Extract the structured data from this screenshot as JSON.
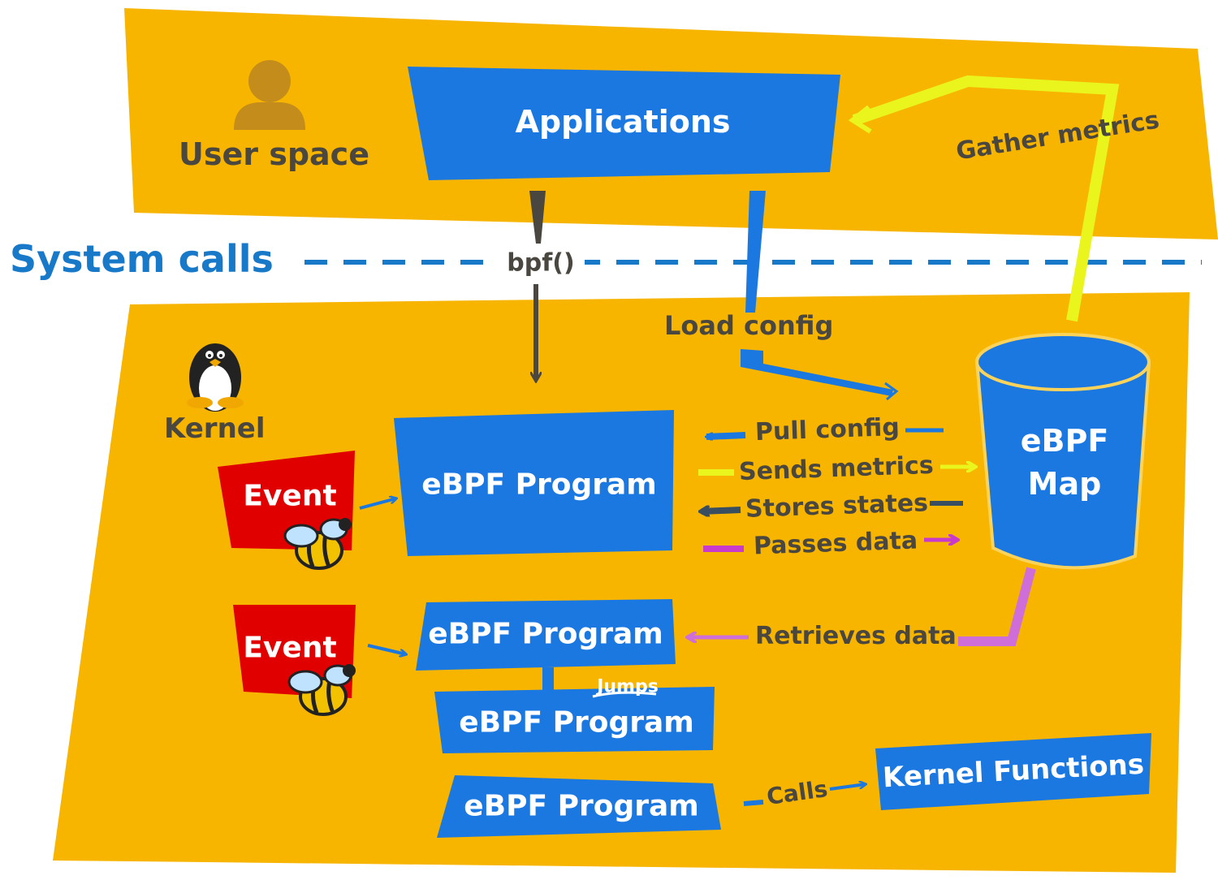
{
  "user_space": {
    "label": "User space",
    "applications": "Applications"
  },
  "system_calls": {
    "label": "System calls",
    "syscall": "bpf()"
  },
  "kernel": {
    "label": "Kernel"
  },
  "events": [
    {
      "label": "Event"
    },
    {
      "label": "Event"
    }
  ],
  "programs": [
    {
      "label": "eBPF Program"
    },
    {
      "label": "eBPF Program"
    },
    {
      "label": "eBPF Program"
    },
    {
      "label": "eBPF Program"
    }
  ],
  "map": {
    "line1": "eBPF",
    "line2": "Map"
  },
  "kernel_functions": "Kernel Functions",
  "edges": {
    "gather_metrics": "Gather metrics",
    "load_config": "Load config",
    "pull_config": "Pull config",
    "sends_metrics": "Sends metrics",
    "stores_states": "Stores states",
    "passes_data": "Passes data",
    "retrieves_data": "Retrieves data",
    "jumps": "Jumps",
    "calls": "Calls"
  },
  "colors": {
    "panel": "#f7b500",
    "box": "#1a78e0",
    "syscall_line": "#1979c9",
    "event": "#e00000",
    "metrics": "#e9f51c",
    "states": "#3a4e62",
    "passes": "#c83acb",
    "retrieves": "#cf6ed9",
    "text_dark": "#4a4640"
  }
}
